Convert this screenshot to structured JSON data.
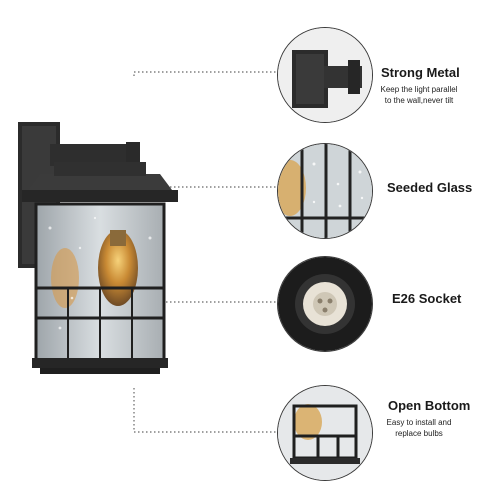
{
  "features": [
    {
      "title": "Strong Metal",
      "subtitle_line1": "Keep the light parallel",
      "subtitle_line2": "to the wall,never tilt",
      "icon": "wall-bracket-icon"
    },
    {
      "title": "Seeded Glass",
      "icon": "seeded-glass-icon"
    },
    {
      "title": "E26 Socket",
      "icon": "socket-icon"
    },
    {
      "title": "Open Bottom",
      "subtitle_line1": "Easy to install and",
      "subtitle_line2": "replace bulbs",
      "icon": "open-bottom-icon"
    }
  ],
  "colors": {
    "metal": "#2b2b2b",
    "glass": "#c9cfd3",
    "bulb_glow": "#e0a445",
    "dotted_line": "#666666"
  }
}
